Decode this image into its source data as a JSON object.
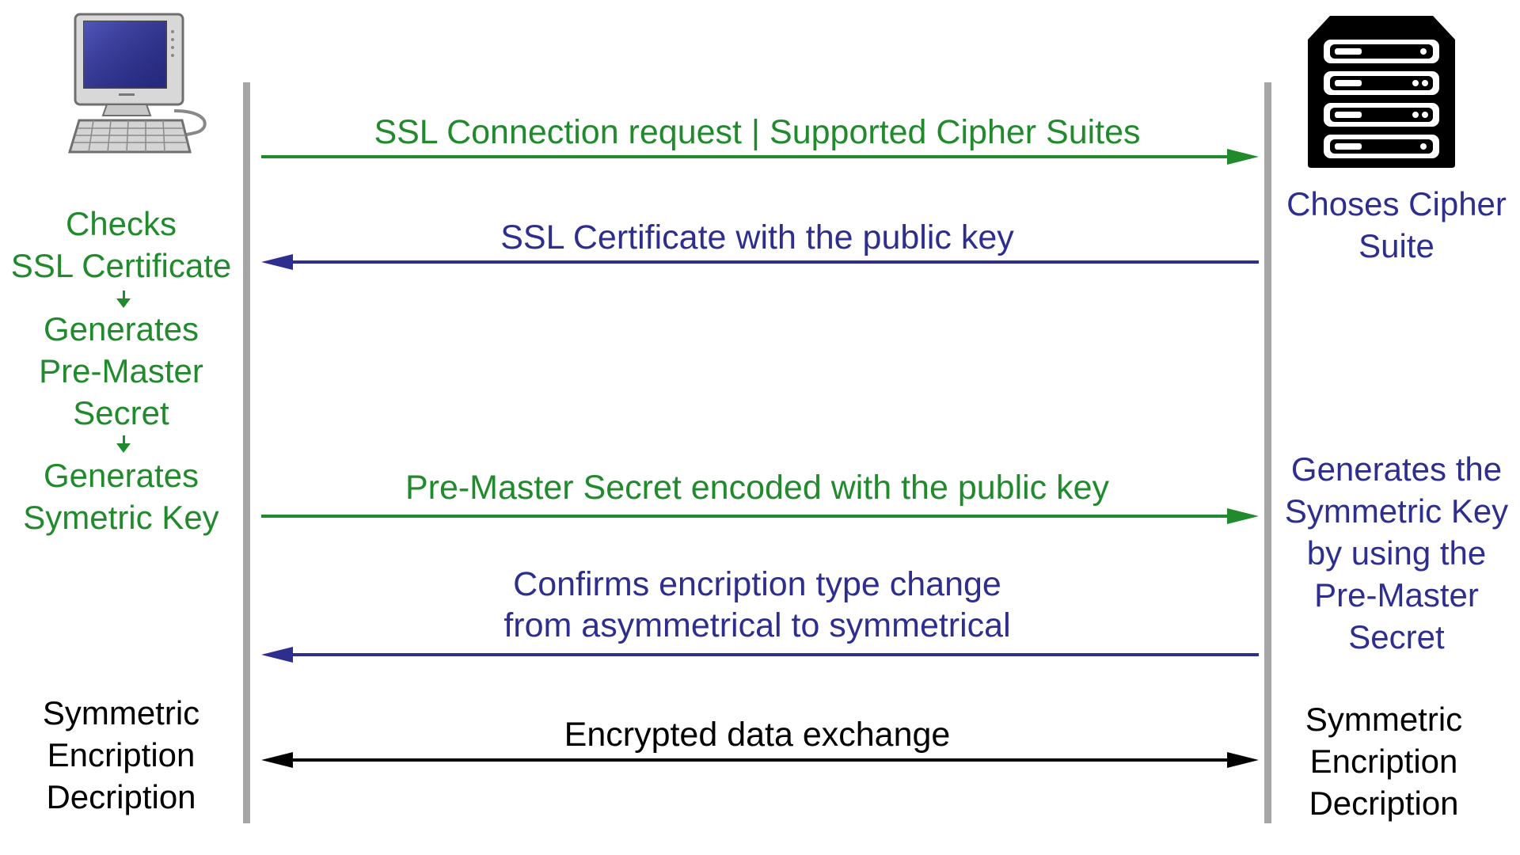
{
  "colors": {
    "green": "#218a2d",
    "navy": "#2e2e8f",
    "black": "#000000",
    "lifeline": "#a6a6a6"
  },
  "client": {
    "icon": "desktop-computer-icon",
    "steps": {
      "check": [
        "Checks",
        "SSL Certificate"
      ],
      "premaster": [
        "Generates",
        "Pre-Master",
        "Secret"
      ],
      "symkey": [
        "Generates",
        "Symetric Key"
      ]
    },
    "final": [
      "Symmetric",
      "Encription",
      "Decription"
    ]
  },
  "server": {
    "icon": "server-rack-icon",
    "chooses": [
      "Choses Cipher",
      "Suite"
    ],
    "generates": [
      "Generates the",
      "Symmetric Key",
      "by using the",
      "Pre-Master",
      "Secret"
    ],
    "final": [
      "Symmetric",
      "Encription",
      "Decription"
    ]
  },
  "messages": [
    {
      "lines": [
        "SSL Connection request | Supported Cipher Suites"
      ],
      "direction": "to-server",
      "color": "green"
    },
    {
      "lines": [
        "SSL Certificate with the public key"
      ],
      "direction": "to-client",
      "color": "navy"
    },
    {
      "lines": [
        "Pre-Master Secret encoded with the public key"
      ],
      "direction": "to-server",
      "color": "green"
    },
    {
      "lines": [
        "Confirms encription type change",
        "from asymmetrical to symmetrical"
      ],
      "direction": "to-client",
      "color": "navy"
    },
    {
      "lines": [
        "Encrypted data exchange"
      ],
      "direction": "both",
      "color": "black"
    }
  ]
}
